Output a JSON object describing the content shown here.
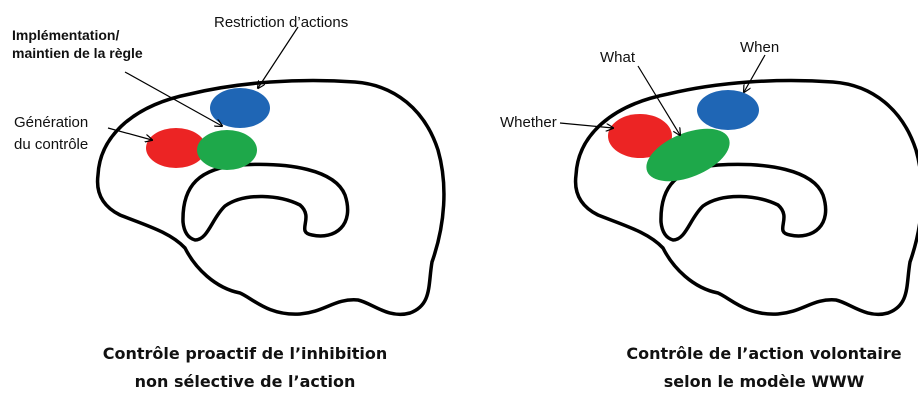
{
  "left_panel": {
    "labels": {
      "restriction": "Restriction d’actions",
      "implementation_line1": "Implémentation/",
      "implementation_line2": "maintien de la règle",
      "generation_line1": "Génération",
      "generation_line2": "du contrôle"
    },
    "caption_line1": "Contrôle proactif de l’inhibition",
    "caption_line2": "non sélective de l’action"
  },
  "right_panel": {
    "labels": {
      "what": "What",
      "when": "When",
      "whether": "Whether"
    },
    "caption_line1": "Contrôle de l’action volontaire",
    "caption_line2": "selon le modèle WWW"
  },
  "colors": {
    "red": "#ec2424",
    "green": "#1ea84a",
    "blue": "#1f66b5",
    "outline": "#000000"
  },
  "icons": {
    "brain": "brain-outline-icon"
  }
}
